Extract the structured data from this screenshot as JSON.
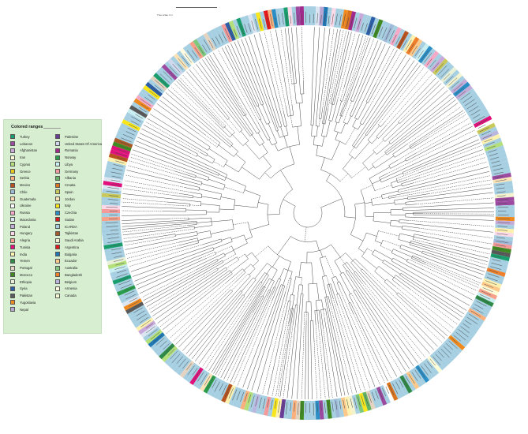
{
  "legend": {
    "title": "Colored ranges",
    "column1": [
      {
        "label": "Turkey",
        "color": "#1a9e6e"
      },
      {
        "label": "Lebanon",
        "color": "#9b4aa0"
      },
      {
        "label": "Afghanistan",
        "color": "#c9a9d9"
      },
      {
        "label": "Iran",
        "color": "#fffdd8"
      },
      {
        "label": "Cyprus",
        "color": "#b3e07a"
      },
      {
        "label": "Greece",
        "color": "#e8c619"
      },
      {
        "label": "Serbia",
        "color": "#f9b07c"
      },
      {
        "label": "Mexico",
        "color": "#b8521e"
      },
      {
        "label": "Chile",
        "color": "#9fbad9"
      },
      {
        "label": "Guatemala",
        "color": "#fcd9b0"
      },
      {
        "label": "Ukraine",
        "color": "#ffffff"
      },
      {
        "label": "Russia",
        "color": "#f4a9c7"
      },
      {
        "label": "Macedonia",
        "color": "#dce6f2"
      },
      {
        "label": "Poland",
        "color": "#c4acd8"
      },
      {
        "label": "Hungary",
        "color": "#fbd9e8"
      },
      {
        "label": "Alegria",
        "color": "#f7a18a"
      },
      {
        "label": "Tunisia",
        "color": "#e0117a"
      },
      {
        "label": "India",
        "color": "#fdf1b0"
      },
      {
        "label": "Yemen",
        "color": "#2f8a48"
      },
      {
        "label": "Portugal",
        "color": "#e4d3c0"
      },
      {
        "label": "Morocco",
        "color": "#3f8b22"
      },
      {
        "label": "Ethiopia",
        "color": "#e8f1d8"
      },
      {
        "label": "Syria",
        "color": "#2d5fa8"
      },
      {
        "label": "Pakistan",
        "color": "#5a5a5a"
      },
      {
        "label": "Yugoslavia",
        "color": "#f08a1e"
      },
      {
        "label": "Nepal",
        "color": "#b7a6d2"
      }
    ],
    "column2": [
      {
        "label": "Palestine",
        "color": "#6a3d96"
      },
      {
        "label": "United States Of America",
        "color": "#cfd8ec"
      },
      {
        "label": "Romania",
        "color": "#a22a8c"
      },
      {
        "label": "Norway",
        "color": "#2a9d4a"
      },
      {
        "label": "Libya",
        "color": "#c9eef2"
      },
      {
        "label": "Germany",
        "color": "#f49a9a"
      },
      {
        "label": "Albania",
        "color": "#63b566"
      },
      {
        "label": "Croatia",
        "color": "#d9731e"
      },
      {
        "label": "Spain",
        "color": "#c9c95b"
      },
      {
        "label": "Jordan",
        "color": "#fbe3b8"
      },
      {
        "label": "Italy",
        "color": "#f8e51c"
      },
      {
        "label": "Czechia",
        "color": "#2b8fc6"
      },
      {
        "label": "Sudan",
        "color": "#d7191c"
      },
      {
        "label": "ICARDA",
        "color": "#a6cfe2"
      },
      {
        "label": "Tajikistan",
        "color": "#a85a25"
      },
      {
        "label": "Saudi Arabia",
        "color": "#f3f3d0"
      },
      {
        "label": "Argentina",
        "color": "#e31a1c"
      },
      {
        "label": "Bulgaria",
        "color": "#1f78b4"
      },
      {
        "label": "Ecuador",
        "color": "#fcc98a"
      },
      {
        "label": "Australia",
        "color": "#7fc97f"
      },
      {
        "label": "Bangladesh",
        "color": "#ef7f2a"
      },
      {
        "label": "Belgium",
        "color": "#b9b6e0"
      },
      {
        "label": "Armenia",
        "color": "#fffbe0"
      },
      {
        "label": "Canada",
        "color": "#f7fcd0"
      }
    ]
  },
  "scale_bar": {
    "label": "Tree scale: 0.1"
  }
}
